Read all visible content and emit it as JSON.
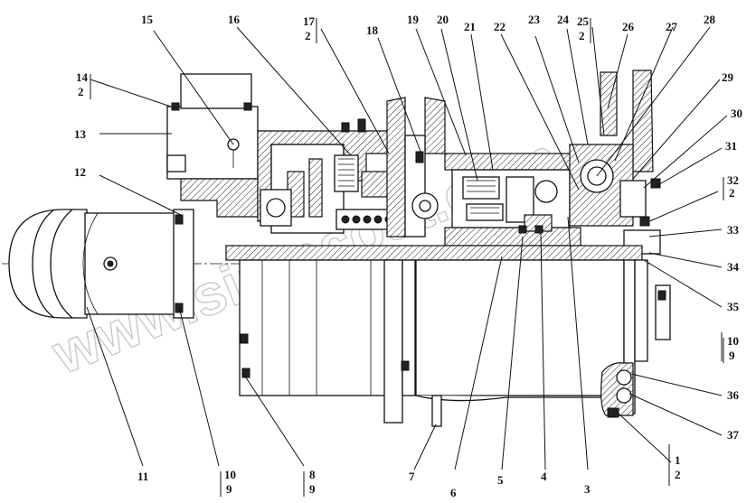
{
  "drawing": {
    "watermark": "www.sinmcost.com",
    "callouts": [
      {
        "id": "c15",
        "text": "15"
      },
      {
        "id": "c16",
        "text": "16"
      },
      {
        "id": "c17",
        "text": "17",
        "sub": "2"
      },
      {
        "id": "c18",
        "text": "18"
      },
      {
        "id": "c19",
        "text": "19"
      },
      {
        "id": "c20",
        "text": "20"
      },
      {
        "id": "c21",
        "text": "21"
      },
      {
        "id": "c22",
        "text": "22"
      },
      {
        "id": "c23",
        "text": "23"
      },
      {
        "id": "c24",
        "text": "24"
      },
      {
        "id": "c25",
        "text": "25",
        "sub": "2"
      },
      {
        "id": "c26",
        "text": "26"
      },
      {
        "id": "c27",
        "text": "27"
      },
      {
        "id": "c28",
        "text": "28"
      },
      {
        "id": "c29",
        "text": "29"
      },
      {
        "id": "c30",
        "text": "30"
      },
      {
        "id": "c31",
        "text": "31"
      },
      {
        "id": "c32",
        "text": "32",
        "sub": "2"
      },
      {
        "id": "c33",
        "text": "33"
      },
      {
        "id": "c34",
        "text": "34"
      },
      {
        "id": "c35",
        "text": "35"
      },
      {
        "id": "c10r",
        "text": "10",
        "sub": "9"
      },
      {
        "id": "c36",
        "text": "36"
      },
      {
        "id": "c37",
        "text": "37"
      },
      {
        "id": "c1",
        "text": "1",
        "sub": "2"
      },
      {
        "id": "c14",
        "text": "14",
        "sub": "2"
      },
      {
        "id": "c13",
        "text": "13"
      },
      {
        "id": "c12",
        "text": "12"
      },
      {
        "id": "c11",
        "text": "11"
      },
      {
        "id": "c10b",
        "text": "10",
        "sub": "9"
      },
      {
        "id": "c8",
        "text": "8",
        "sub": "9"
      },
      {
        "id": "c7",
        "text": "7"
      },
      {
        "id": "c6",
        "text": "6"
      },
      {
        "id": "c5",
        "text": "5"
      },
      {
        "id": "c4",
        "text": "4"
      },
      {
        "id": "c3",
        "text": "3"
      }
    ]
  }
}
